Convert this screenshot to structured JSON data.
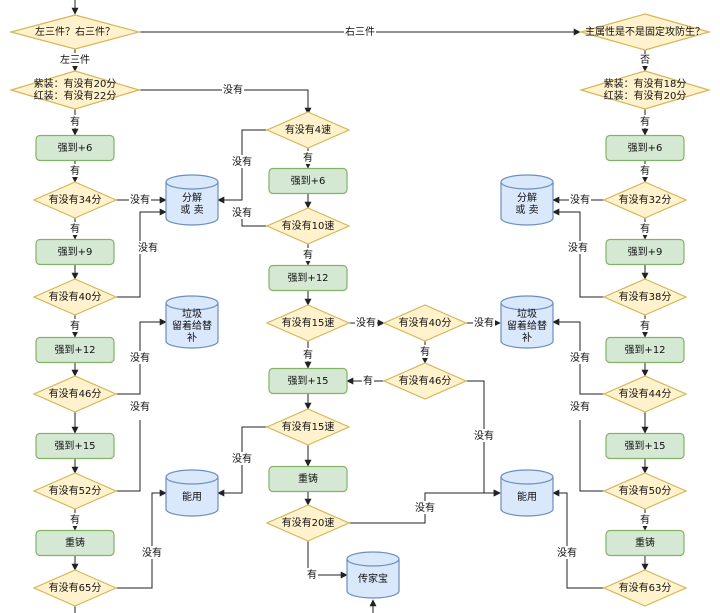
{
  "nodes": {
    "d_left_right": "左三件？右三件？",
    "d_main_fixed": "主属性是不是固定攻防生？",
    "d_left_purple": "紫装：有没有20分",
    "d_left_red": "红装：有没有22分",
    "d_right_purple": "紫装：有没有18分",
    "d_right_red": "红装：有没有20分",
    "L_s6": "强到+6",
    "L_d34": "有没有34分",
    "L_s9": "强到+9",
    "L_d40": "有没有40分",
    "L_s12": "强到+12",
    "L_d46": "有没有46分",
    "L_s15": "强到+15",
    "L_d52": "有没有52分",
    "L_reforge": "重铸",
    "L_d65": "有没有65分",
    "L_decompose_a": "分解",
    "L_decompose_b": "或 卖",
    "L_junk_a": "垃圾",
    "L_junk_b": "留着给替",
    "L_junk_c": "补",
    "L_usable": "能用",
    "M_d4": "有没有4速",
    "M_s6": "强到+6",
    "M_d10": "有没有10速",
    "M_s12": "强到+12",
    "M_d15a": "有没有15速",
    "M_s15": "强到+15",
    "M_d15b": "有没有15速",
    "M_reforge": "重铸",
    "M_d20": "有没有20速",
    "M_d40": "有没有40分",
    "M_d46": "有没有46分",
    "M_heirloom": "传家宝",
    "R_s6": "强到+6",
    "R_d32": "有没有32分",
    "R_s9": "强到+9",
    "R_d38": "有没有38分",
    "R_s12": "强到+12",
    "R_d44": "有没有44分",
    "R_s15": "强到+15",
    "R_d50": "有没有50分",
    "R_reforge": "重铸",
    "R_d63": "有没有63分",
    "R_decompose_a": "分解",
    "R_decompose_b": "或 卖",
    "R_junk_a": "垃圾",
    "R_junk_b": "留着给替",
    "R_junk_c": "补",
    "R_usable": "能用"
  },
  "edge_labels": {
    "right_three": "右三件",
    "left_three": "左三件",
    "no_fixed": "否",
    "no": "没有",
    "yes": "有"
  },
  "colors": {
    "process_fill": "#d5e8d4",
    "process_stroke": "#82b366",
    "decision_fill": "#fff2cc",
    "decision_stroke": "#d6b656",
    "store_fill": "#dae8fc",
    "store_stroke": "#6c8ebf",
    "line": "#222222"
  }
}
